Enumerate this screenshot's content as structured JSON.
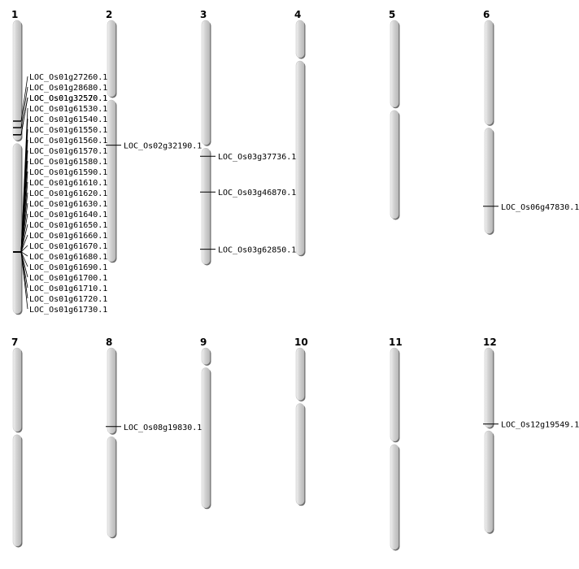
{
  "chart_data": {
    "type": "chromosome-map",
    "chromosomes": [
      {
        "name": "1",
        "length": 45.1,
        "centromere": 18.7,
        "genes": [
          {
            "label": "LOC_Os01g27260.1",
            "pos": 15.5
          },
          {
            "label": "LOC_Os01g28680.1",
            "pos": 16.5
          },
          {
            "label": "LOC_Os01g32520.1",
            "pos": 17.6
          },
          {
            "label": "LOC_Os01g32570.1",
            "pos": 17.6
          },
          {
            "label": "LOC_Os01g61530.1",
            "pos": 35.6
          },
          {
            "label": "LOC_Os01g61540.1",
            "pos": 35.6
          },
          {
            "label": "LOC_Os01g61550.1",
            "pos": 35.6
          },
          {
            "label": "LOC_Os01g61560.1",
            "pos": 35.6
          },
          {
            "label": "LOC_Os01g61570.1",
            "pos": 35.6
          },
          {
            "label": "LOC_Os01g61580.1",
            "pos": 35.6
          },
          {
            "label": "LOC_Os01g61590.1",
            "pos": 35.6
          },
          {
            "label": "LOC_Os01g61610.1",
            "pos": 35.6
          },
          {
            "label": "LOC_Os01g61620.1",
            "pos": 35.6
          },
          {
            "label": "LOC_Os01g61630.1",
            "pos": 35.6
          },
          {
            "label": "LOC_Os01g61640.1",
            "pos": 35.6
          },
          {
            "label": "LOC_Os01g61650.1",
            "pos": 35.6
          },
          {
            "label": "LOC_Os01g61660.1",
            "pos": 35.6
          },
          {
            "label": "LOC_Os01g61670.1",
            "pos": 35.6
          },
          {
            "label": "LOC_Os01g61680.1",
            "pos": 35.6
          },
          {
            "label": "LOC_Os01g61690.1",
            "pos": 35.6
          },
          {
            "label": "LOC_Os01g61700.1",
            "pos": 35.6
          },
          {
            "label": "LOC_Os01g61710.1",
            "pos": 35.6
          },
          {
            "label": "LOC_Os01g61720.1",
            "pos": 35.6
          },
          {
            "label": "LOC_Os01g61730.1",
            "pos": 35.6
          }
        ]
      },
      {
        "name": "2",
        "length": 37.1,
        "centromere": 12.0,
        "genes": [
          {
            "label": "LOC_Os02g32190.1",
            "pos": 19.2
          }
        ]
      },
      {
        "name": "3",
        "length": 37.5,
        "centromere": 19.4,
        "genes": [
          {
            "label": "LOC_Os03g37736.1",
            "pos": 20.9
          },
          {
            "label": "LOC_Os03g46870.1",
            "pos": 26.4
          },
          {
            "label": "LOC_Os03g62850.1",
            "pos": 35.2
          }
        ]
      },
      {
        "name": "4",
        "length": 36.1,
        "centromere": 6.0,
        "genes": []
      },
      {
        "name": "5",
        "length": 30.5,
        "centromere": 13.6,
        "genes": []
      },
      {
        "name": "6",
        "length": 32.8,
        "centromere": 16.3,
        "genes": [
          {
            "label": "LOC_Os06g47830.1",
            "pos": 28.6
          }
        ]
      },
      {
        "name": "7",
        "length": 30.5,
        "centromere": 13.1,
        "genes": []
      },
      {
        "name": "8",
        "length": 29.1,
        "centromere": 13.4,
        "genes": [
          {
            "label": "LOC_Os08g19830.1",
            "pos": 12.1
          }
        ]
      },
      {
        "name": "9",
        "length": 24.6,
        "centromere": 2.8,
        "genes": []
      },
      {
        "name": "10",
        "length": 24.1,
        "centromere": 8.3,
        "genes": []
      },
      {
        "name": "11",
        "length": 31.0,
        "centromere": 14.6,
        "genes": []
      },
      {
        "name": "12",
        "length": 28.4,
        "centromere": 12.5,
        "genes": [
          {
            "label": "LOC_Os12g19549.1",
            "pos": 11.7
          }
        ]
      }
    ],
    "colors": {
      "chromosome_fill": "#d6d6d6",
      "chromosome_shadow": "#6e6e6e",
      "line": "#000000",
      "text": "#000000"
    }
  }
}
